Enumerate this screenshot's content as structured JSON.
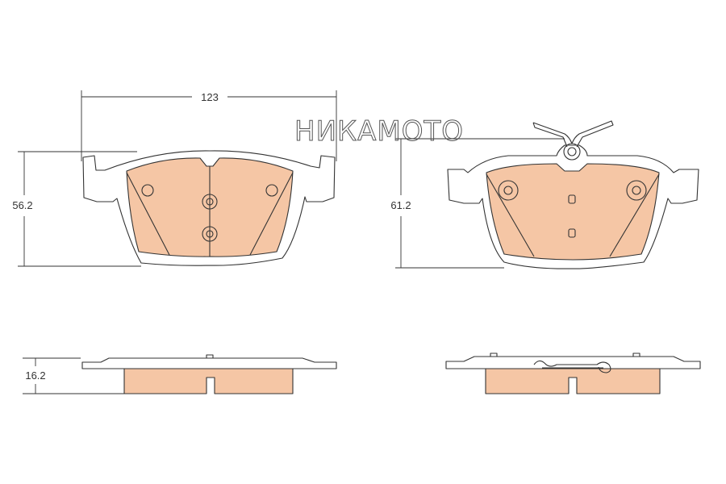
{
  "watermark": "НИКАМОТО",
  "dimensions": {
    "width": "123",
    "height_left": "56.2",
    "height_right": "61.2",
    "thickness": "16.2"
  },
  "colors": {
    "friction_material": "#f5c6a5",
    "outline": "#333333",
    "plate": "#ffffff"
  }
}
